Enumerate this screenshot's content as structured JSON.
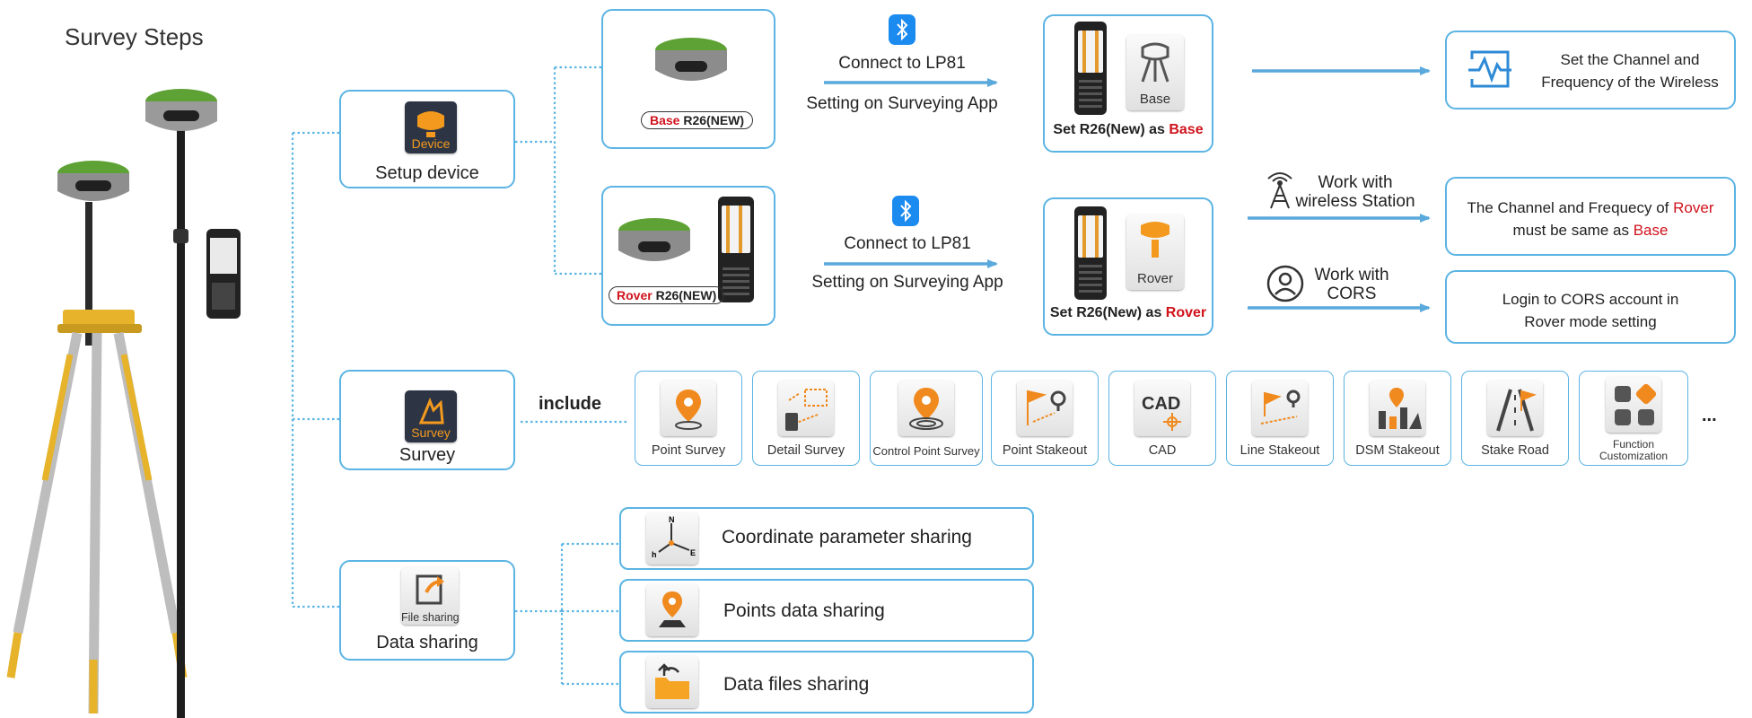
{
  "title": "Survey Steps",
  "setup": {
    "icon_label": "Device",
    "label": "Setup device",
    "base_receiver": {
      "role": "Base",
      "model": "R26(NEW)"
    },
    "rover_receiver": {
      "role": "Rover",
      "model": "R26(NEW)"
    },
    "connect_text": "Connect to LP81",
    "app_text": "Setting on Surveying App",
    "base_app": {
      "caption": "Base",
      "set_prefix": "Set R26(New) as",
      "set_role": "Base"
    },
    "rover_app": {
      "caption": "Rover",
      "set_prefix": "Set R26(New) as",
      "set_role": "Rover"
    },
    "base_result": {
      "line1": "Set the Channel and",
      "line2": "Frequency of the Wireless"
    },
    "wireless": {
      "line1": "Work with",
      "line2": "wireless Station"
    },
    "wireless_result": {
      "line1_prefix": "The Channel and Frequecy of",
      "line1_role": "Rover",
      "line2_prefix": "must be same as",
      "line2_role": "Base"
    },
    "cors": {
      "line1": "Work with",
      "line2": "CORS"
    },
    "cors_result": {
      "line1": "Login to CORS account in",
      "line2": "Rover mode setting"
    }
  },
  "survey": {
    "icon_label": "Survey",
    "label": "Survey",
    "include_label": "include",
    "items": [
      {
        "label": "Point Survey",
        "icon": "map-pin-icon"
      },
      {
        "label": "Detail Survey",
        "icon": "detail-survey-icon"
      },
      {
        "label": "Control Point Survey",
        "icon": "control-point-icon"
      },
      {
        "label": "Point Stakeout",
        "icon": "flag-pin-icon"
      },
      {
        "label": "CAD",
        "icon": "cad-icon"
      },
      {
        "label": "Line Stakeout",
        "icon": "line-stakeout-icon"
      },
      {
        "label": "DSM Stakeout",
        "icon": "dsm-stakeout-icon"
      },
      {
        "label": "Stake Road",
        "icon": "stake-road-icon"
      },
      {
        "label": "Function\nCustomization",
        "icon": "function-grid-icon"
      }
    ],
    "more": "..."
  },
  "data_sharing": {
    "icon_label": "File sharing",
    "label": "Data sharing",
    "items": [
      {
        "label": "Coordinate parameter sharing",
        "icon": "axes-icon",
        "axis_labels": [
          "N",
          "E",
          "h"
        ]
      },
      {
        "label": "Points data sharing",
        "icon": "map-pin-icon"
      },
      {
        "label": "Data files sharing",
        "icon": "folder-upload-icon"
      }
    ]
  },
  "colors": {
    "accent": "#5bb4e3",
    "arrow": "#5aa9dc",
    "emphasis": "#d0121b",
    "bluetooth": "#1b8bf0"
  }
}
